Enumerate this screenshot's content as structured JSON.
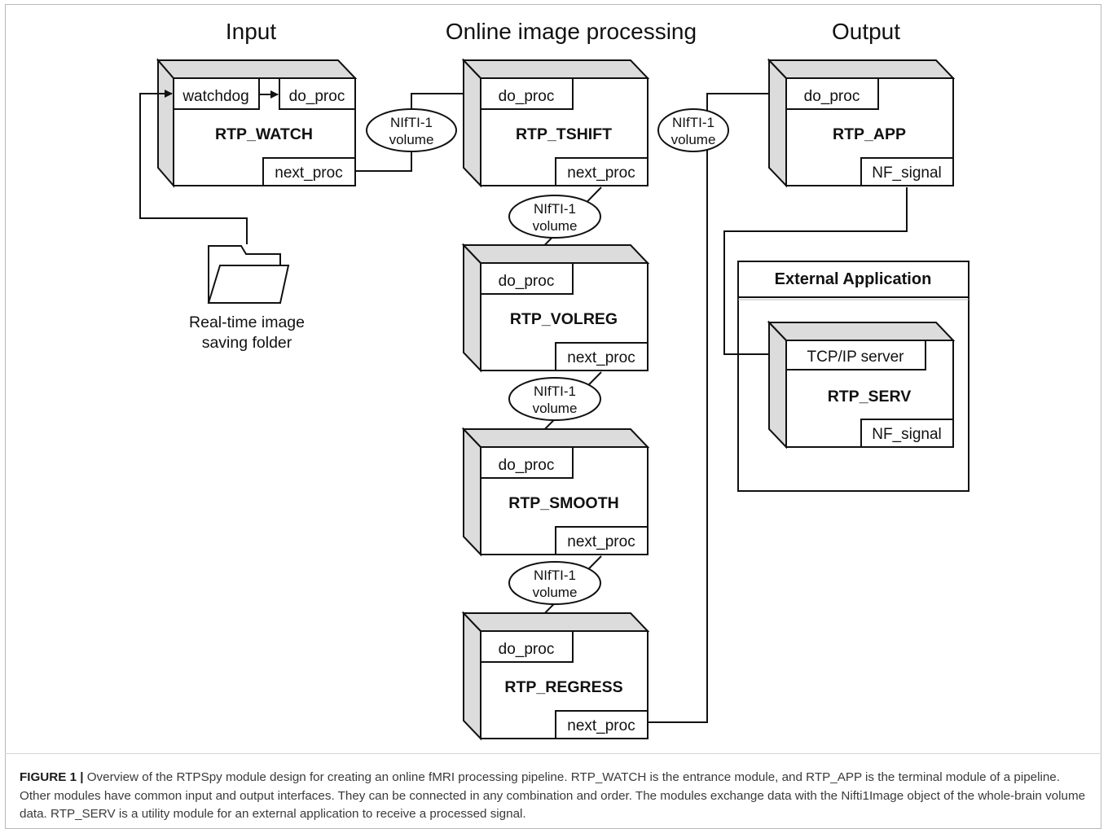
{
  "sections": {
    "input": "Input",
    "online": "Online image processing",
    "output": "Output"
  },
  "modules": {
    "watch": {
      "title": "RTP_WATCH",
      "watchdog": "watchdog",
      "do_proc": "do_proc",
      "next_proc": "next_proc"
    },
    "tshift": {
      "title": "RTP_TSHIFT",
      "do_proc": "do_proc",
      "next_proc": "next_proc"
    },
    "volreg": {
      "title": "RTP_VOLREG",
      "do_proc": "do_proc",
      "next_proc": "next_proc"
    },
    "smooth": {
      "title": "RTP_SMOOTH",
      "do_proc": "do_proc",
      "next_proc": "next_proc"
    },
    "regress": {
      "title": "RTP_REGRESS",
      "do_proc": "do_proc",
      "next_proc": "next_proc"
    },
    "app": {
      "title": "RTP_APP",
      "do_proc": "do_proc",
      "nf_signal": "NF_signal"
    },
    "serv": {
      "title": "RTP_SERV",
      "tcp": "TCP/IP server",
      "nf_signal": "NF_signal"
    }
  },
  "data_ellipse": {
    "line1": "NIfTI-1",
    "line2": "volume"
  },
  "folder": {
    "line1": "Real-time image",
    "line2": "saving folder",
    "icon": "folder-icon"
  },
  "external_app": {
    "title": "External Application"
  },
  "caption": {
    "label": "FIGURE 1 |",
    "text": " Overview of the RTPSpy module design for creating an online fMRI processing pipeline. RTP_WATCH is the entrance module, and RTP_APP is the terminal module of a pipeline. Other modules have common input and output interfaces. They can be connected in any combination and order. The modules exchange data with the Nifti1Image object of the whole-brain volume data. RTP_SERV is a utility module for an external application to receive a processed signal."
  }
}
